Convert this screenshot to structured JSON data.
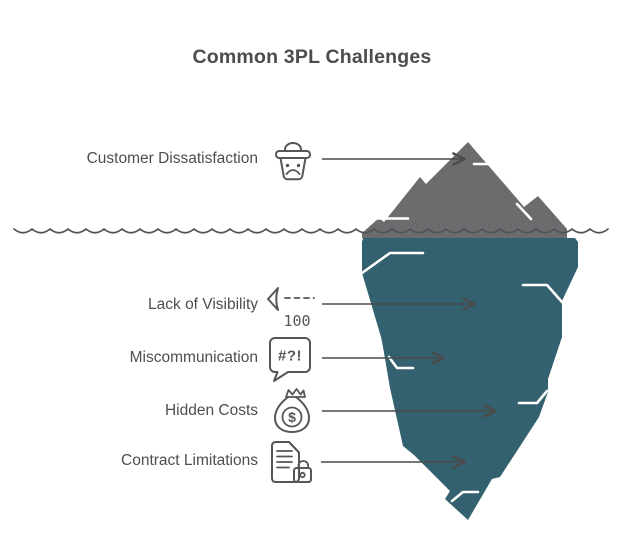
{
  "title": "Common 3PL Challenges",
  "rows": [
    {
      "label": "Customer Dissatisfaction",
      "icon": "sad-customer-basket-icon",
      "position": "above-water"
    },
    {
      "label": "Lack of Visibility",
      "icon": "low-visibility-gauge-icon",
      "icon_value": "100",
      "position": "below-water"
    },
    {
      "label": "Miscommunication",
      "icon": "confused-speech-bubble-icon",
      "icon_value": "#?!",
      "position": "below-water"
    },
    {
      "label": "Hidden Costs",
      "icon": "money-bag-icon",
      "icon_value": "$",
      "position": "below-water"
    },
    {
      "label": "Contract Limitations",
      "icon": "locked-document-icon",
      "position": "below-water"
    }
  ],
  "colors": {
    "background": "#ffffff",
    "iceberg_above": "#6b6c6e",
    "iceberg_below": "#34616f",
    "water_line": "#515256",
    "arrow": "#4b4b4b",
    "icon_stroke": "#55565a",
    "text_label": "#4d4e50",
    "text_title": "#4c4c4e",
    "highlight": "#ffffff"
  }
}
